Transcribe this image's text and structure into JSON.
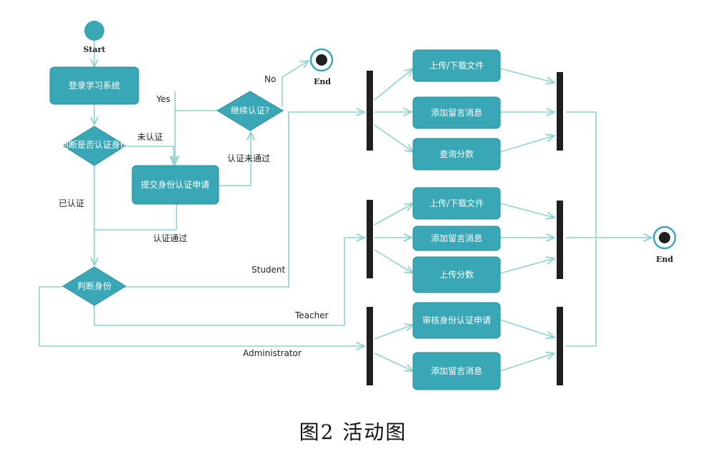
{
  "caption": "图2  活动图",
  "start": {
    "label": "Start"
  },
  "end1": {
    "label": "End"
  },
  "end2": {
    "label": "End"
  },
  "nodes": {
    "login": "登录学习系统",
    "judge_auth": "判断是否认证身份",
    "submit_apply": "提交身份认证申请",
    "continue_auth": "继续认证?",
    "judge_role": "判断身份",
    "s_upload": "上传/下载文件",
    "s_message": "添加留言消息",
    "s_query": "查询分数",
    "t_upload": "上传/下载文件",
    "t_message": "添加留言消息",
    "t_score": "上传分数",
    "a_review": "审核身份认证申请",
    "a_message": "添加留言消息"
  },
  "edge_labels": {
    "yes": "Yes",
    "no": "No",
    "not_certified": "未认证",
    "certified": "已认证",
    "cert_failed": "认证未通过",
    "cert_passed": "认证通过",
    "student": "Student",
    "teacher": "Teacher",
    "administrator": "Administrator"
  },
  "colors": {
    "node": "#3aa7b6",
    "flow": "#8fd3cf",
    "bar": "#1f1f1f"
  }
}
